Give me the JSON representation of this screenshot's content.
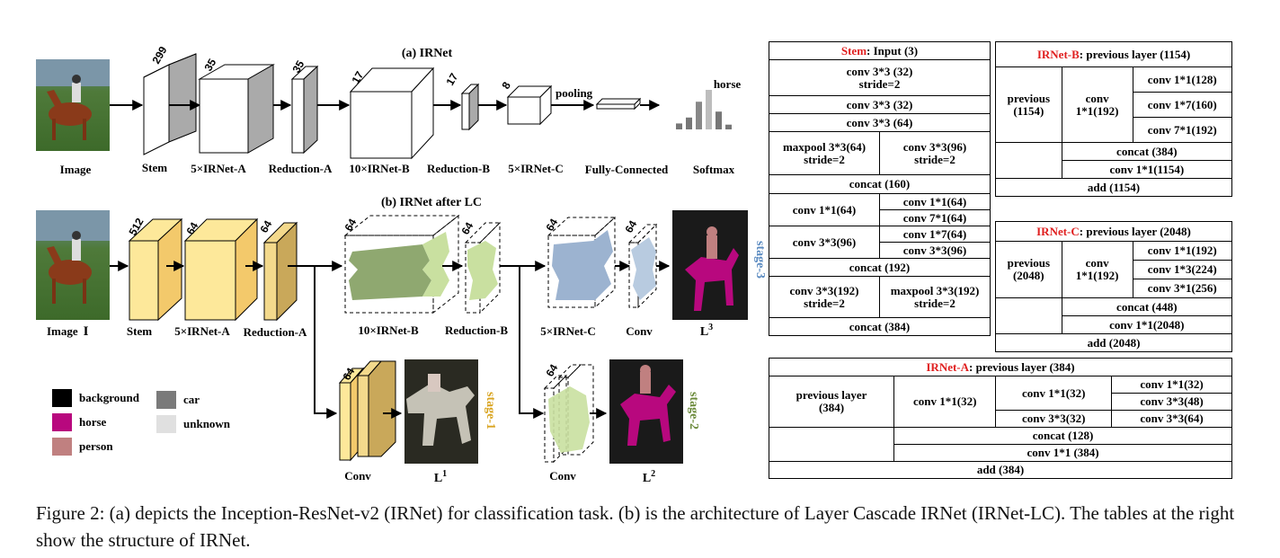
{
  "ir_net": {
    "title": "(a) IRNet",
    "blocks": [
      {
        "label": "Image"
      },
      {
        "label": "Stem",
        "dim": "299"
      },
      {
        "label": "5×IRNet-A",
        "dim": "35"
      },
      {
        "label": "Reduction-A",
        "dim": "35"
      },
      {
        "label": "10×IRNet-B",
        "dim": "17"
      },
      {
        "label": "Reduction-B",
        "dim": "17"
      },
      {
        "label": "5×IRNet-C",
        "dim": "8"
      },
      {
        "label": "Fully-Connected"
      },
      {
        "label": "Softmax"
      }
    ],
    "pooling": "pooling",
    "softmax_class": "horse",
    "softmax_bars": [
      0.15,
      0.3,
      0.7,
      1.0,
      0.45,
      0.12
    ]
  },
  "ir_net_lc": {
    "title": "(b) IRNet after LC",
    "image_label": "Image",
    "image_var": "I",
    "blocks": [
      {
        "label": "Stem",
        "dim": "512"
      },
      {
        "label": "5×IRNet-A",
        "dim": "64"
      },
      {
        "label": "Reduction-A",
        "dim": "64"
      },
      {
        "label": "10×IRNet-B",
        "dim": "64"
      },
      {
        "label": "Reduction-B",
        "dim": "64"
      },
      {
        "label": "5×IRNet-C",
        "dim": "64"
      },
      {
        "label": "Conv",
        "dim": "64"
      }
    ],
    "stage1": {
      "conv_label": "Conv",
      "dim": "64",
      "out": "L",
      "sup": "1",
      "stage": "stage-1"
    },
    "stage2": {
      "conv_label": "Conv",
      "dim": "64",
      "out": "L",
      "sup": "2",
      "stage": "stage-2"
    },
    "stage3": {
      "out": "L",
      "sup": "3",
      "stage": "stage-3"
    }
  },
  "legend": [
    {
      "label": "background",
      "color": "#000000"
    },
    {
      "label": "car",
      "color": "#7a7a7a"
    },
    {
      "label": "horse",
      "color": "#b8087e"
    },
    {
      "label": "unknown",
      "color": "#e0e0e0"
    },
    {
      "label": "person",
      "color": "#c08080"
    }
  ],
  "colors": {
    "accent_red": "#e02020",
    "stage1": "#d9a420",
    "stage2": "#6b8a3a",
    "stage3": "#5a8ac0"
  },
  "tables": {
    "stem": {
      "title_red": "Stem",
      "title_rest": ": Input (3)",
      "r1": "conv 3*3 (32)",
      "r1b": "stride=2",
      "r2": "conv 3*3 (32)",
      "r3": "conv 3*3 (64)",
      "r4a": "maxpool 3*3(64)",
      "r4a2": "stride=2",
      "r4b": "conv 3*3(96)",
      "r4b2": "stride=2",
      "r5": "concat (160)",
      "r6a": "conv 1*1(64)",
      "r6b1": "conv 1*1(64)",
      "r6b2": "conv 7*1(64)",
      "r7a": "conv 3*3(96)",
      "r7b1": "conv 1*7(64)",
      "r7b2": "conv 3*3(96)",
      "r8": "concat (192)",
      "r9a": "conv 3*3(192)",
      "r9a2": "stride=2",
      "r9b": "maxpool 3*3(192)",
      "r9b2": "stride=2",
      "r10": "concat (384)"
    },
    "irnet_b": {
      "title_red": "IRNet-B",
      "title_rest": ": previous layer (1154)",
      "prev": "previous",
      "prev2": "(1154)",
      "conv": "conv",
      "conv2": "1*1(192)",
      "c1": "conv 1*1(128)",
      "c2": "conv 1*7(160)",
      "c3": "conv 7*1(192)",
      "concat": "concat (384)",
      "conv_out": "conv 1*1(1154)",
      "add": "add (1154)"
    },
    "irnet_c": {
      "title_red": "IRNet-C",
      "title_rest": ": previous layer (2048)",
      "prev": "previous",
      "prev2": "(2048)",
      "conv": "conv",
      "conv2": "1*1(192)",
      "c1": "conv 1*1(192)",
      "c2": "conv 1*3(224)",
      "c3": "conv 3*1(256)",
      "concat": "concat (448)",
      "conv_out": "conv 1*1(2048)",
      "add": "add (2048)"
    },
    "irnet_a": {
      "title_red": "IRNet-A",
      "title_rest": ": previous layer (384)",
      "prev": "previous layer",
      "prev2": "(384)",
      "b1": "conv 1*1(32)",
      "b2a": "conv 1*1(32)",
      "b2b": "conv 3*3(32)",
      "b3a": "conv 1*1(32)",
      "b3b": "conv 3*3(48)",
      "b3c": "conv 3*3(64)",
      "concat": "concat (128)",
      "conv_out": "conv 1*1 (384)",
      "add": "add (384)"
    }
  },
  "caption": "Figure 2: (a) depicts the Inception-ResNet-v2 (IRNet) for classification task. (b) is the architecture of Layer Cascade IRNet (IRNet-LC). The tables at the right show the structure of IRNet."
}
